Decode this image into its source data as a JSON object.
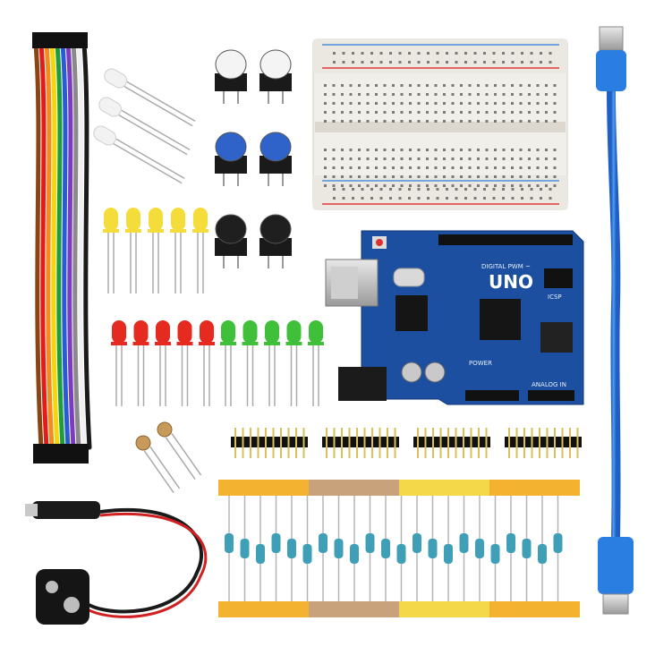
{
  "board": {
    "label": "UNO",
    "silk_top": "DIGITAL PWM ~",
    "silk_power": "POWER",
    "silk_analog": "ANALOG IN",
    "silk_icsp": "ICSP"
  },
  "kit": {
    "pushbuttons": [
      {
        "color": "#f4f4f4"
      },
      {
        "color": "#f4f4f4"
      },
      {
        "color": "#2f63c9"
      },
      {
        "color": "#2f63c9"
      },
      {
        "color": "#1f1f1f"
      },
      {
        "color": "#1f1f1f"
      }
    ],
    "leds": {
      "yellow": {
        "count": 5,
        "color": "#f4dc3a"
      },
      "red": {
        "count": 5,
        "color": "#e52a1f"
      },
      "green": {
        "count": 5,
        "color": "#3fbf3a"
      },
      "clear": {
        "count": 3,
        "color": "#f2f2f2"
      }
    },
    "jumper_wire_colors": [
      "#8b4513",
      "#e41b1b",
      "#f28c1e",
      "#f5d60a",
      "#1f9d3a",
      "#2a5bd7",
      "#7d3cbf",
      "#8a8a8a",
      "#f0f0f0",
      "#1a1a1a"
    ],
    "header_strips": 4,
    "resistors": {
      "count": 22,
      "tape_colors": [
        "#f3b330",
        "#c8a27a",
        "#f5d74a",
        "#f3b330"
      ]
    },
    "usb_cable_color": "#2a7de1",
    "photoresistors": 2
  }
}
